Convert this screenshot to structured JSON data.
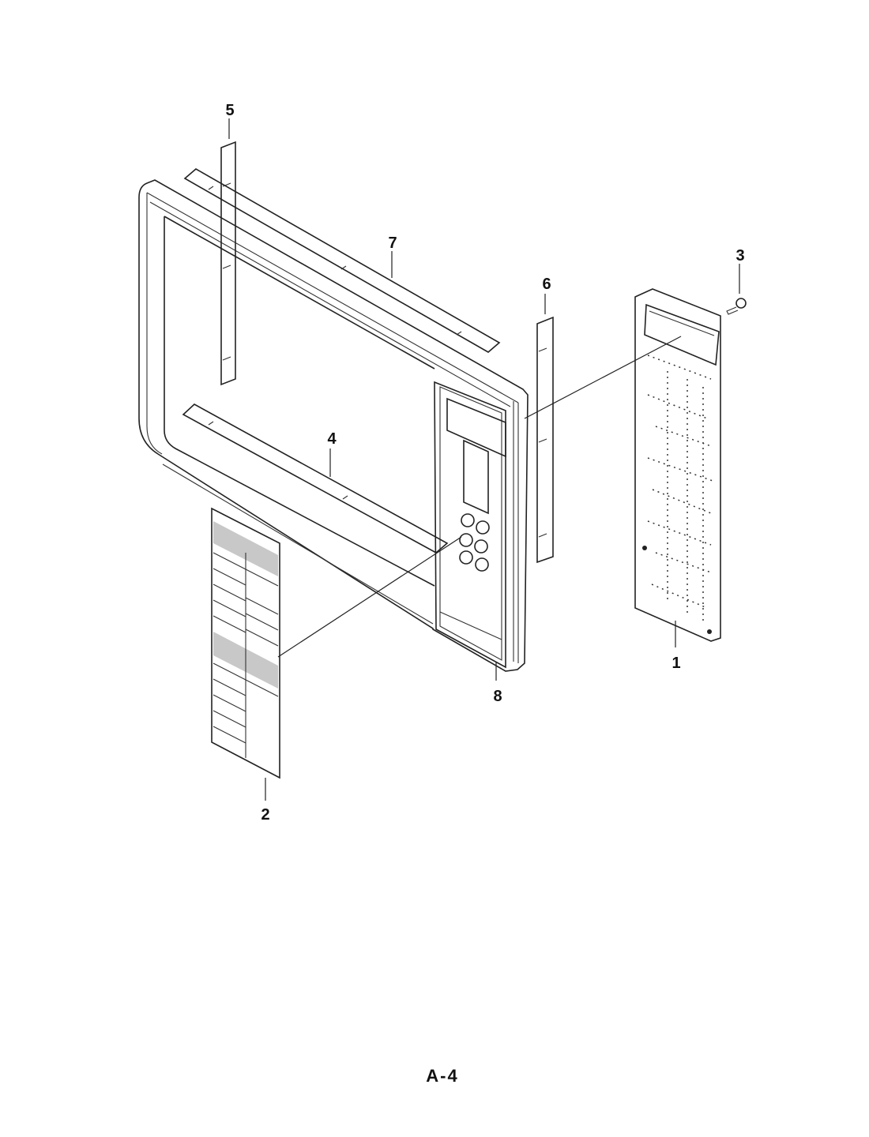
{
  "parts": {
    "p1": "1",
    "p2": "2",
    "p3": "3",
    "p4": "4",
    "p5": "5",
    "p6": "6",
    "p7": "7",
    "p8": "8"
  },
  "page_label": "A-4",
  "colors": {
    "line": "#222222",
    "paper": "#ffffff"
  }
}
